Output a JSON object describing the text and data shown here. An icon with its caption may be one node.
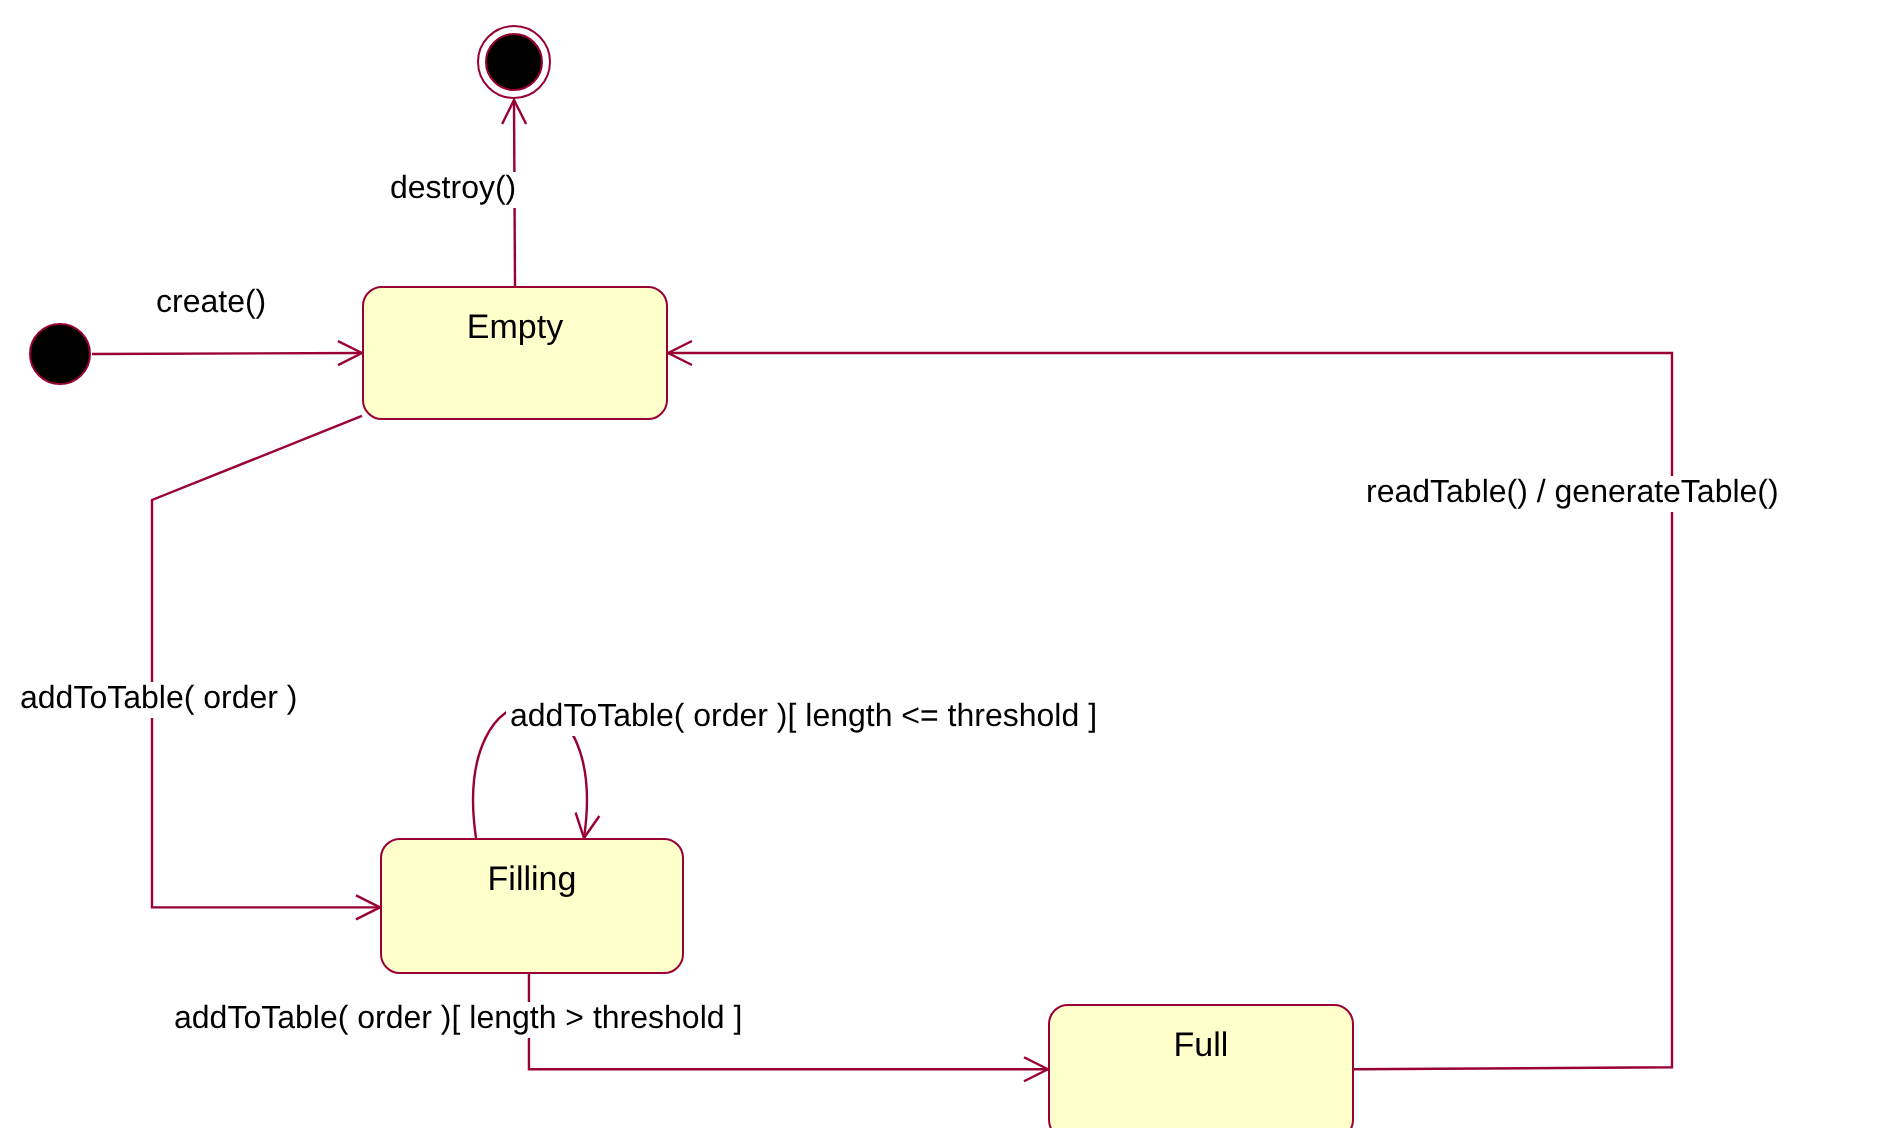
{
  "diagram": {
    "nodes": [
      {
        "text": [],
        "shape": "circle"
      },
      {
        "text": [],
        "shape": "circle"
      },
      {
        "text": [
          "Empty"
        ]
      },
      {
        "text": [
          "Filling"
        ]
      },
      {
        "text": [
          "Full"
        ]
      }
    ],
    "edges": [
      {
        "from": 1,
        "to": 2,
        "arrow": "to",
        "label": "create()"
      },
      {
        "from": 2,
        "to": 0,
        "arrow": "to",
        "label": "destroy()"
      },
      {
        "from": 2,
        "to": 3,
        "arrow": "to",
        "label": "addToTable( order )"
      },
      {
        "from": 3,
        "to": 3,
        "arrow": "to",
        "label": "addToTable( order )[ length <= threshold ]"
      },
      {
        "from": 3,
        "to": 4,
        "arrow": "to",
        "label": "addToTable( order )[ length > threshold ]"
      },
      {
        "from": 4,
        "to": 2,
        "arrow": "to",
        "label": "readTable() / generateTable()"
      }
    ]
  }
}
